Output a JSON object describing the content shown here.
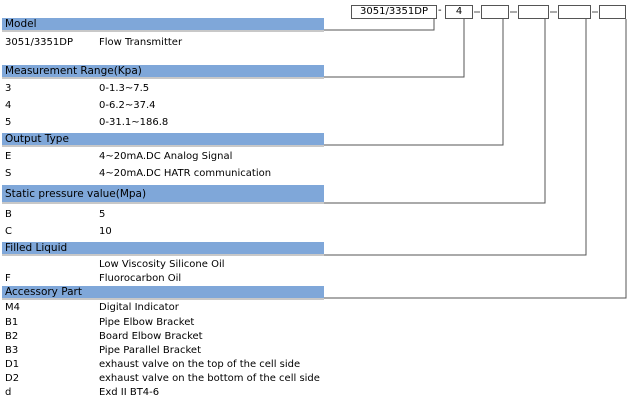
{
  "header_code": {
    "model": "3051/3351DP",
    "range": "4",
    "dash": "-"
  },
  "sections": {
    "model": {
      "title": "Model",
      "rows": [
        {
          "code": "3051/3351DP",
          "desc": "Flow Transmitter"
        }
      ]
    },
    "range": {
      "title": "Measurement Range(Kpa)",
      "rows": [
        {
          "code": "3",
          "desc": "0-1.3~7.5"
        },
        {
          "code": "4",
          "desc": "0-6.2~37.4"
        },
        {
          "code": "5",
          "desc": "0-31.1~186.8"
        }
      ]
    },
    "output": {
      "title": "Output Type",
      "rows": [
        {
          "code": "E",
          "desc": "4~20mA.DC  Analog Signal"
        },
        {
          "code": "S",
          "desc": "4~20mA.DC HATR communication"
        }
      ]
    },
    "static": {
      "title": "Static pressure value(Mpa)",
      "rows": [
        {
          "code": "B",
          "desc": "5"
        },
        {
          "code": "C",
          "desc": "10"
        }
      ]
    },
    "filled": {
      "title": "Filled Liquid",
      "rows": [
        {
          "code": "",
          "desc": "Low Viscosity Silicone Oil"
        },
        {
          "code": "F",
          "desc": "Fluorocarbon Oil"
        }
      ]
    },
    "accessory": {
      "title": "Accessory Part",
      "rows": [
        {
          "code": "M4",
          "desc": "Digital Indicator"
        },
        {
          "code": "B1",
          "desc": "Pipe  Elbow Bracket"
        },
        {
          "code": "B2",
          "desc": "Board Elbow Bracket"
        },
        {
          "code": "B3",
          "desc": "Pipe Parallel Bracket"
        },
        {
          "code": "D1",
          "desc": "exhaust valve on the top of the cell side"
        },
        {
          "code": "D2",
          "desc": "exhaust valve on the bottom of the cell side"
        },
        {
          "code": "d",
          "desc": "Exd II BT4-6"
        }
      ]
    }
  },
  "colors": {
    "section_bar": "#7fa7d9",
    "bar_shadow": "#c8c8c8",
    "line": "#555555"
  }
}
